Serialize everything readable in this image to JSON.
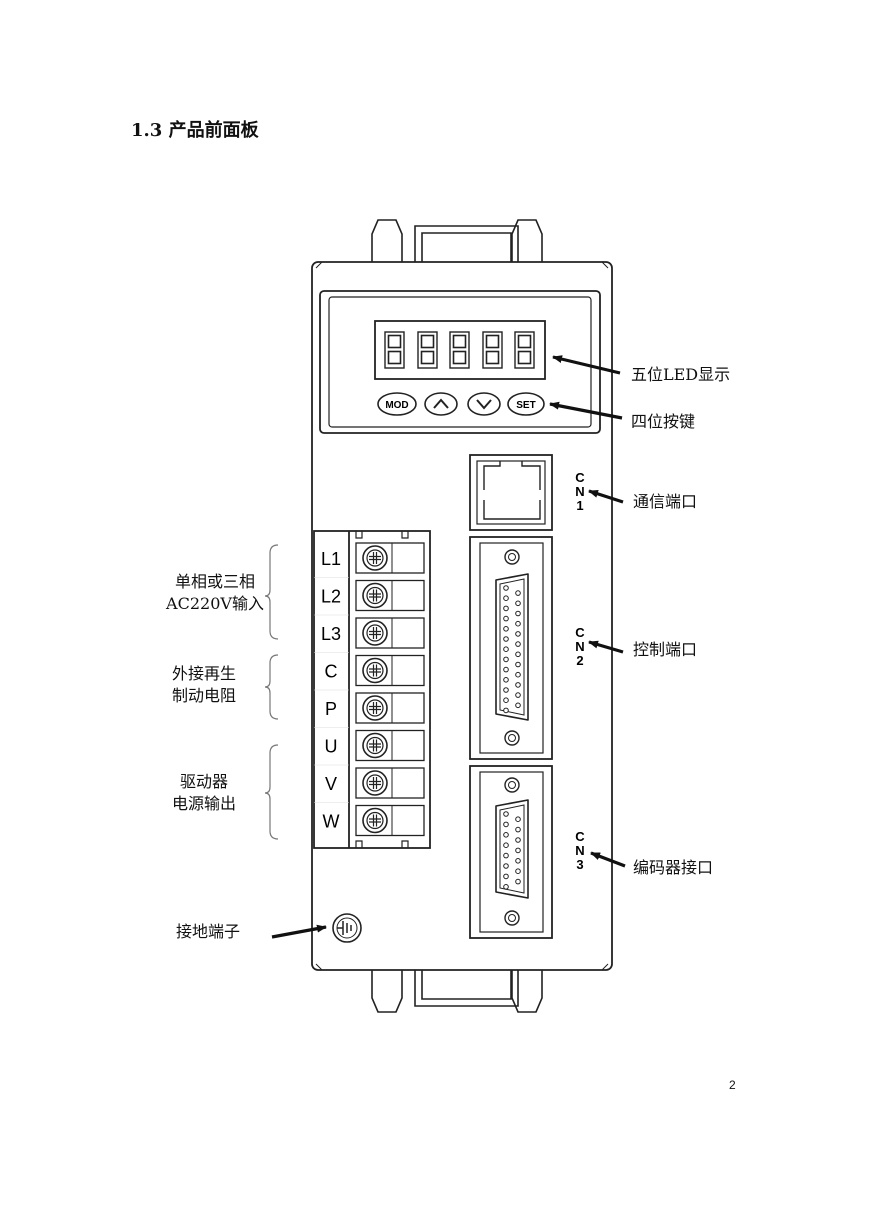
{
  "section_title": "1.3 产品前面板",
  "page_number": "2",
  "labels": {
    "led_display": "五位LED显示",
    "keys": "四位按键",
    "comm_port": "通信端口",
    "control_port": "控制端口",
    "encoder_port": "编码器接口",
    "power_input_line1": "单相或三相",
    "power_input_line2": "AC220V输入",
    "brake_resistor_line1": "外接再生",
    "brake_resistor_line2": "制动电阻",
    "driver_output_line1": "驱动器",
    "driver_output_line2": "电源输出",
    "ground": "接地端子"
  },
  "buttons": {
    "mod": "MOD",
    "set": "SET"
  },
  "terminals": [
    "L1",
    "L2",
    "L3",
    "C",
    "P",
    "U",
    "V",
    "W"
  ],
  "connectors": {
    "cn1": [
      "C",
      "N",
      "1"
    ],
    "cn2": [
      "C",
      "N",
      "2"
    ],
    "cn3": [
      "C",
      "N",
      "3"
    ]
  }
}
